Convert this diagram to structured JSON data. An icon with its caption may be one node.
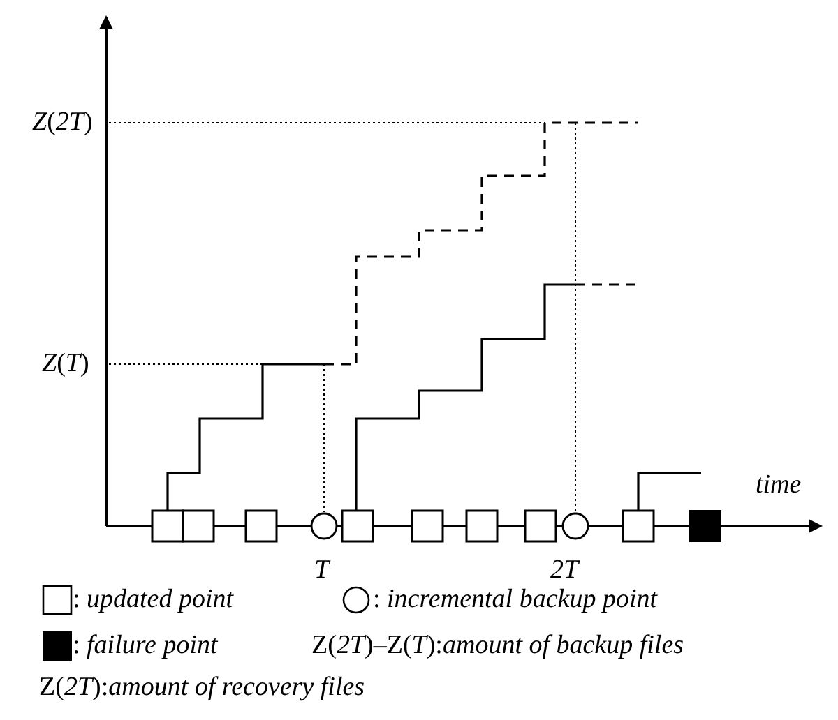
{
  "diagram": {
    "labels": [
      "*Z*(*2T*)",
      "*Z*(*T*)",
      "*time*",
      "*T*",
      "*2T*",
      "Z(*2T*)–Z(*T*):*amount of backup files*",
      "Z(*2T*):*amount of recovery files*"
    ],
    "legend": [
      {
        "text": ": *updated point*"
      },
      {
        "text": ": *incremental backup point*"
      },
      {
        "text": ": *failure point*"
      }
    ]
  }
}
